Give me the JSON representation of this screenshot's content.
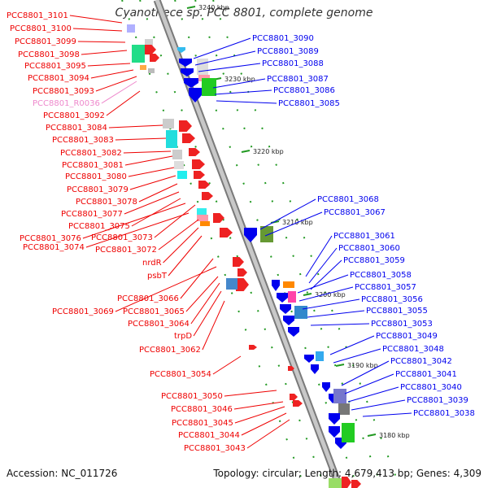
{
  "title": "Cyanothece sp. PCC 8801, complete genome",
  "footer": {
    "accession": "Accession: NC_011726",
    "summary": "Topology: circular; Length: 4,679,413 bp; Genes: 4,309"
  },
  "ruler": [
    "3240 kbp",
    "3230 kbp",
    "3220 kbp",
    "3210 kbp",
    "3200 kbp",
    "3190 kbp",
    "3180 kbp"
  ],
  "left_labels": [
    "PCC8801_3101",
    "PCC8801_3100",
    "PCC8801_3099",
    "PCC8801_3098",
    "PCC8801_3095",
    "PCC8801_3094",
    "PCC8801_3093",
    "PCC8801_R0036",
    "PCC8801_3092",
    "PCC8801_3084",
    "PCC8801_3083",
    "PCC8801_3082",
    "PCC8801_3081",
    "PCC8801_3080",
    "PCC8801_3079",
    "PCC8801_3078",
    "PCC8801_3077",
    "PCC8801_3075",
    "PCC8801_3076",
    "PCC8801_3073",
    "PCC8801_3074",
    "PCC8801_3072",
    "nrdR",
    "psbT",
    "PCC8801_3066",
    "PCC8801_3069",
    "PCC8801_3065",
    "PCC8801_3064",
    "trpD",
    "PCC8801_3062",
    "PCC8801_3054",
    "PCC8801_3050",
    "PCC8801_3046",
    "PCC8801_3045",
    "PCC8801_3044",
    "PCC8801_3043"
  ],
  "right_labels": [
    "PCC8801_3090",
    "PCC8801_3089",
    "PCC8801_3088",
    "PCC8801_3087",
    "PCC8801_3086",
    "PCC8801_3085",
    "PCC8801_3068",
    "PCC8801_3067",
    "PCC8801_3061",
    "PCC8801_3060",
    "PCC8801_3059",
    "PCC8801_3058",
    "PCC8801_3057",
    "PCC8801_3056",
    "PCC8801_3055",
    "PCC8801_3053",
    "PCC8801_3049",
    "PCC8801_3048",
    "PCC8801_3042",
    "PCC8801_3041",
    "PCC8801_3040",
    "PCC8801_3039",
    "PCC8801_3038"
  ],
  "colors": {
    "forward_strand": "#ee0000",
    "reverse_strand": "#0000ee",
    "rna_label": "#ee88cc",
    "backbone": "#999999",
    "tick": "#229922"
  }
}
